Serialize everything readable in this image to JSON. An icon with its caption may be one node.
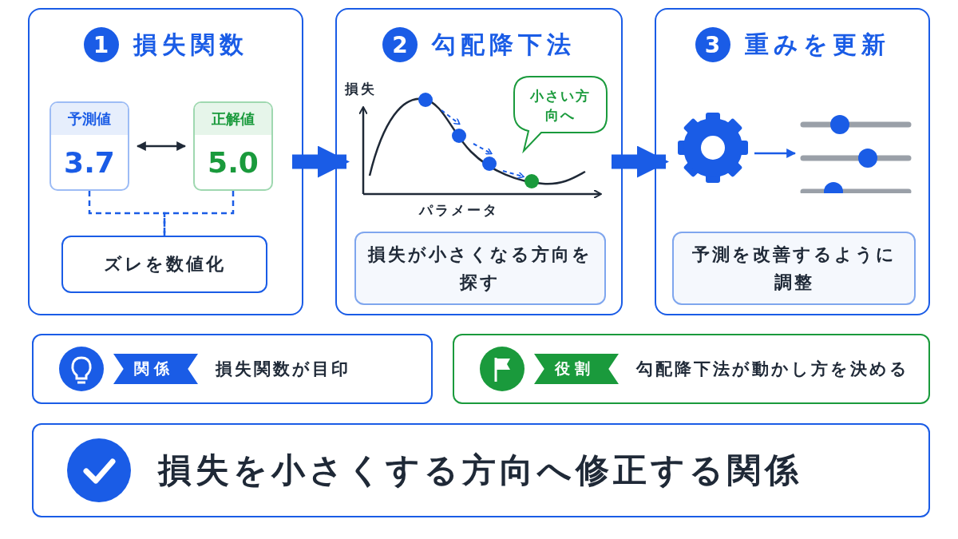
{
  "diagram": {
    "nodes": [
      {
        "text": [
          "1",
          "損失関数"
        ]
      },
      {
        "text": [
          "予測値",
          "3.7"
        ],
        "in": 0
      },
      {
        "text": [
          "正解値",
          "5.0"
        ],
        "in": 0
      },
      {
        "text": [
          "ズレを数値化"
        ],
        "in": 0
      },
      {
        "text": [
          "2",
          "勾配降下法"
        ]
      },
      {
        "text": [
          "小さい方向へ"
        ],
        "in": 4
      },
      {
        "text": [
          "**損失**が小さくなる方向を探す"
        ],
        "in": 4
      },
      {
        "text": [
          "3",
          "重みを更新"
        ]
      },
      {
        "text": [],
        "shape": "gear",
        "in": 7
      },
      {
        "text": [],
        "shape": "sliders",
        "in": 7
      },
      {
        "text": [
          "予測を改善するように調整"
        ],
        "in": 7
      },
      {
        "text": [
          "関係",
          "損失関数が**目印**"
        ]
      },
      {
        "text": [
          "役割",
          "勾配降下法が**動かし方**を決める"
        ]
      },
      {
        "text": [
          "**損失**を小さくする方向へ**修正**する関係"
        ]
      }
    ],
    "edges": [
      {
        "from": 1,
        "to": 2,
        "arrow": "both",
        "color": "#1f2937"
      },
      {
        "from": 1,
        "to": 3,
        "arrow": "none",
        "style": "dashed"
      },
      {
        "from": 2,
        "to": 3,
        "arrow": "none",
        "style": "dashed"
      },
      {
        "from": 0,
        "to": 4,
        "arrow": "to",
        "style": "thick"
      },
      {
        "from": 4,
        "to": 7,
        "arrow": "to",
        "style": "thick"
      },
      {
        "from": 8,
        "to": 9,
        "arrow": "to"
      }
    ],
    "labels": [
      "損失",
      "パラメータ"
    ]
  }
}
